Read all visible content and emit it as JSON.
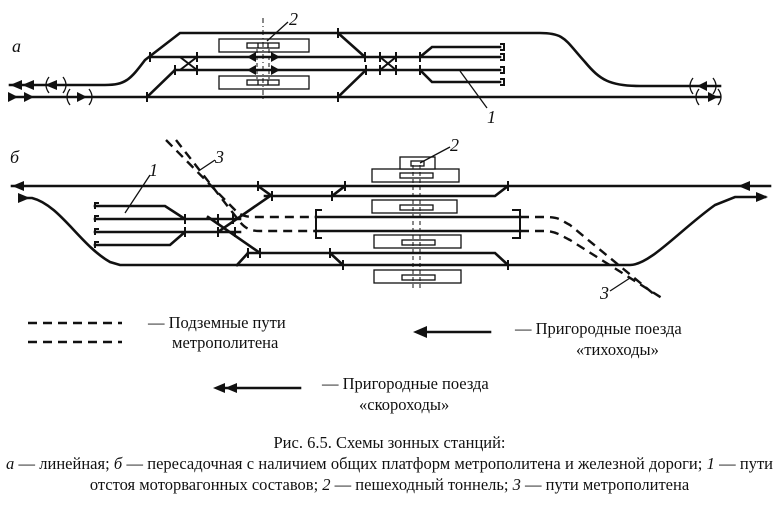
{
  "diagram": {
    "panel_a_label": "а",
    "panel_b_label": "б",
    "callouts": {
      "a_1": "1",
      "a_2": "2",
      "b_1": "1",
      "b_2": "2",
      "b_3_top": "3",
      "b_3_bottom": "3"
    }
  },
  "legend": {
    "metro_line1": "— Подземные пути",
    "metro_line2": "метрополитена",
    "slow_line1": "— Пригородные поезда",
    "slow_line2": "«тихоходы»",
    "fast_line1": "— Пригородные поезда",
    "fast_line2": "«скороходы»"
  },
  "caption": {
    "title": "Рис. 6.5. Схемы зонных станций:",
    "parts": [
      {
        "key": "а",
        "text": " — линейная; "
      },
      {
        "key": "б",
        "text": " — пересадочная с наличием общих платформ метрополитена и железной дороги; "
      },
      {
        "key": "1",
        "text": " — пути отстоя моторвагонных составов; "
      },
      {
        "key": "2",
        "text": " — пешеходный тоннель; "
      },
      {
        "key": "3",
        "text": " — пути метрополитена"
      }
    ]
  }
}
